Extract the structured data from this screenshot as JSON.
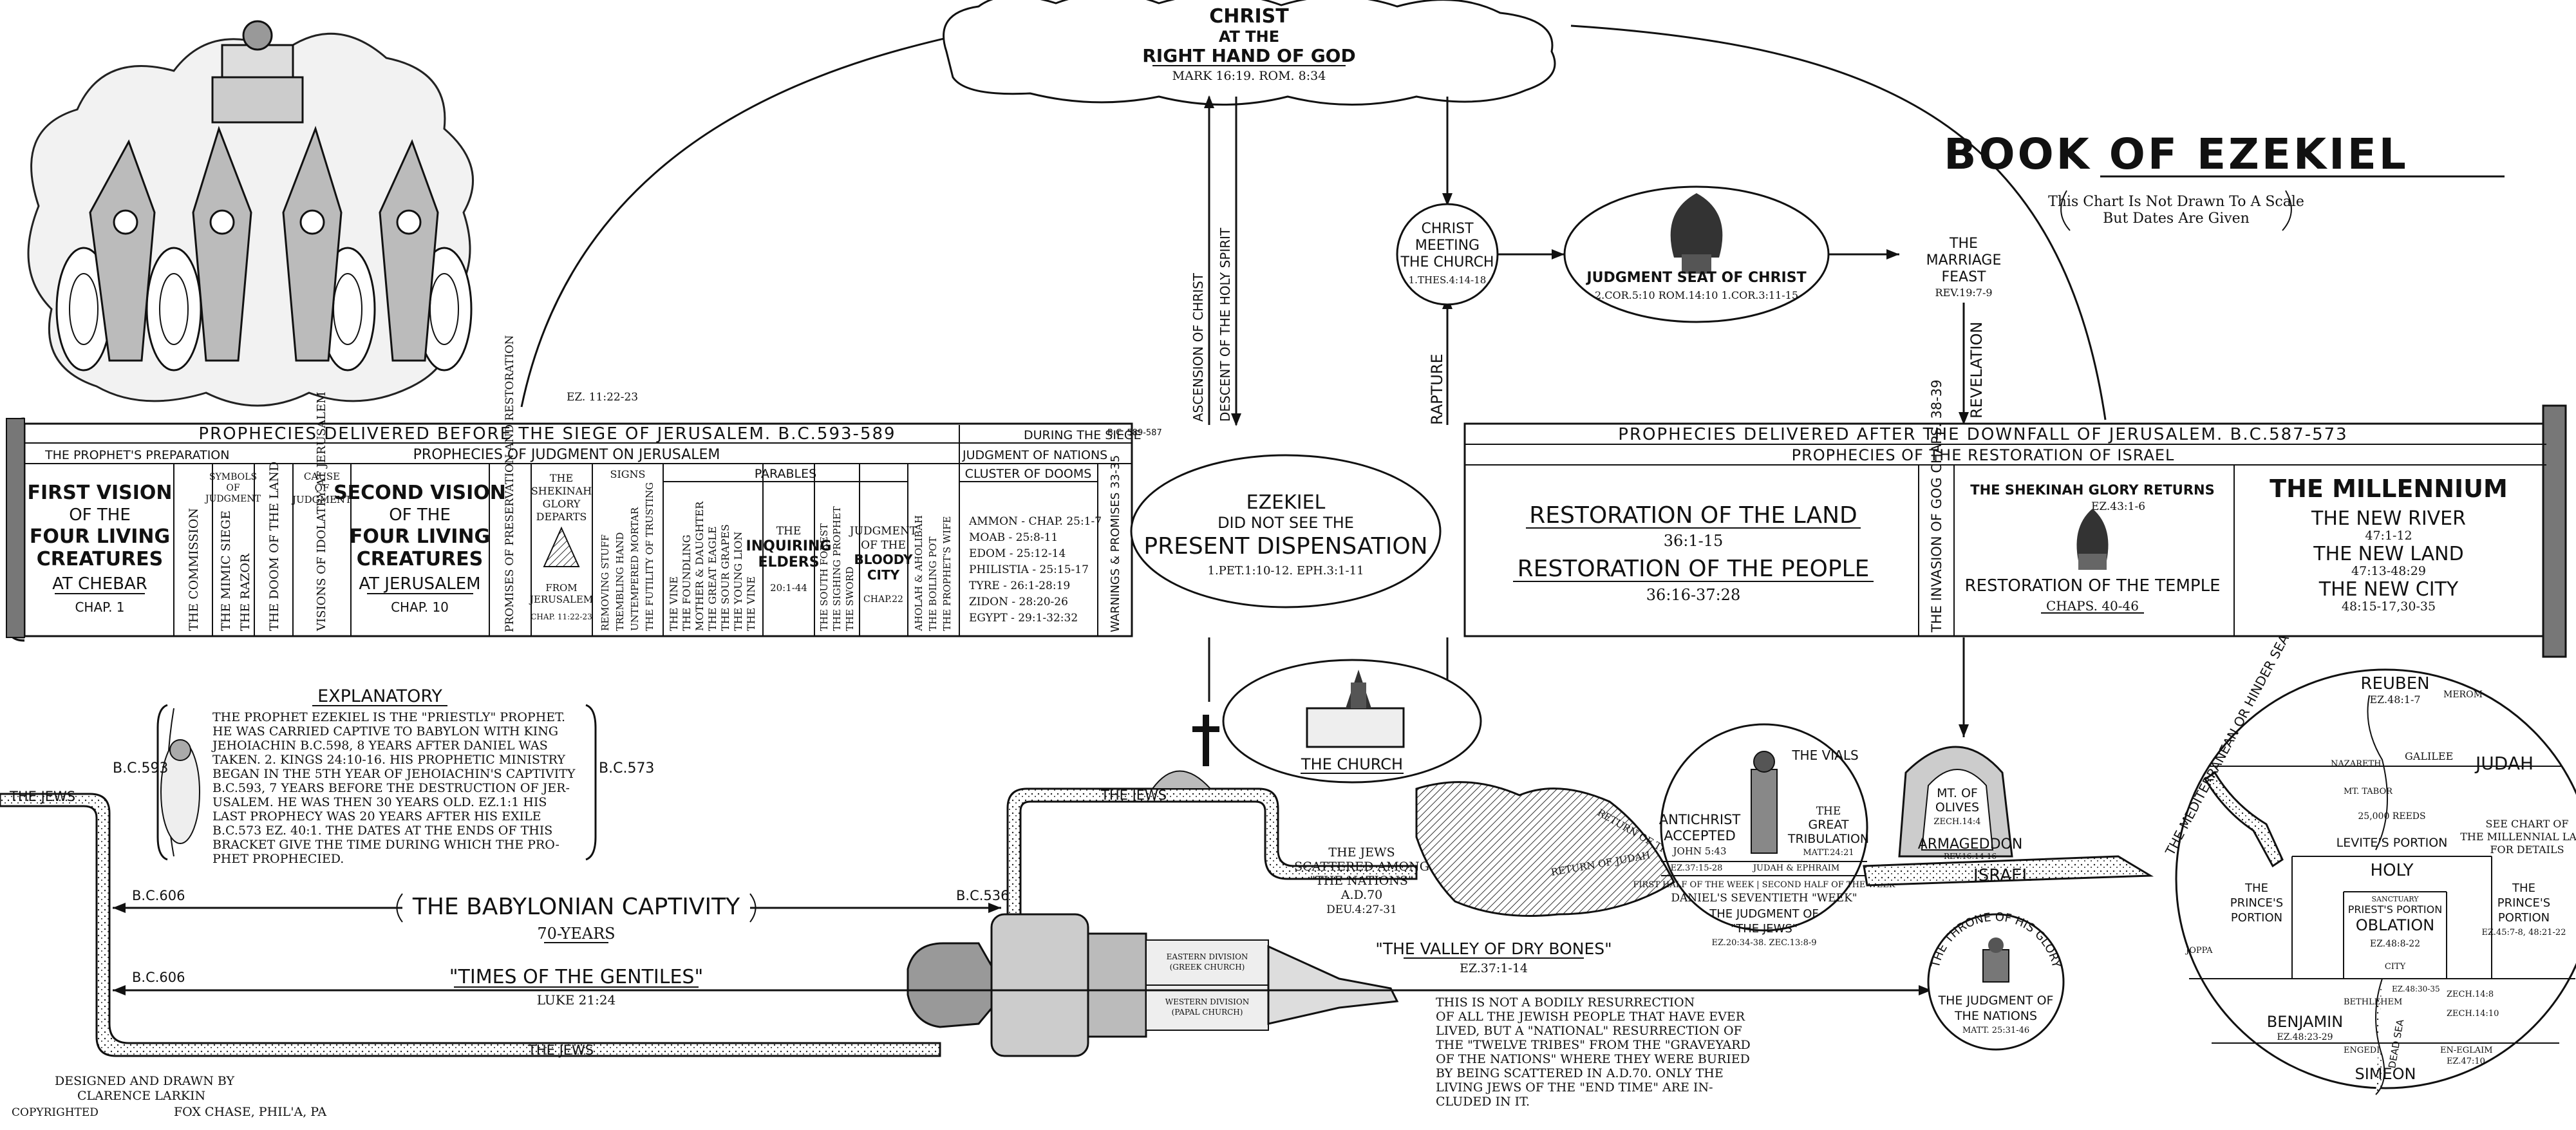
{
  "title": "BOOK OF EZEKIEL",
  "note": [
    "This Chart Is Not Drawn To A Scale",
    "But Dates Are Given"
  ],
  "top": {
    "christ": [
      "CHRIST",
      "AT THE",
      "RIGHT HAND OF GOD"
    ],
    "christ_ref": "MARK 16:19. ROM. 8:34",
    "ascension": "ASCENSION OF CHRIST",
    "descent": "DESCENT OF THE HOLY SPIRIT",
    "rapture": "RAPTURE",
    "revelation": "REVELATION",
    "meeting": [
      "CHRIST",
      "MEETING",
      "THE CHURCH"
    ],
    "meeting_ref": "1.THES.4:14-18",
    "judgment_seat": "JUDGMENT SEAT OF CHRIST",
    "judgment_seat_ref": "2.COR.5:10 ROM.14:10 1.COR.3:11-15",
    "marriage": [
      "THE",
      "MARRIAGE",
      "FEAST"
    ],
    "marriage_ref": "REV.19:7-9",
    "ez_ref": "EZ. 11:22-23"
  },
  "scroll_left": {
    "banner": "PROPHECIES DELIVERED BEFORE THE SIEGE OF JERUSALEM. B.C.593-589",
    "prep_header": "THE PROPHET'S PREPARATION",
    "judgment_header": "PROPHECIES OF JUDGMENT ON JERUSALEM",
    "siege_header": "DURING THE SIEGE",
    "siege_date": "B.C. 589-587",
    "nations_header": "JUDGMENT OF NATIONS",
    "first_vision": [
      "FIRST VISION",
      "OF THE",
      "FOUR LIVING",
      "CREATURES"
    ],
    "at_chebar": "AT CHEBAR",
    "chap1": "CHAP. 1",
    "symbols": [
      "SYMBOLS",
      "OF",
      "JUDGMENT"
    ],
    "sym_items": [
      "THE COMMISSION",
      "THE MIMIC SIEGE",
      "THE RAZOR",
      "THE DOOM OF THE LAND"
    ],
    "cause": [
      "CAUSE",
      "OF",
      "JUDGMENT"
    ],
    "cause_item": "VISIONS OF IDOLATRY AT JERUSALEM",
    "second_vision": [
      "SECOND VISION",
      "OF THE",
      "FOUR LIVING",
      "CREATURES"
    ],
    "at_jerusalem": "AT JERUSALEM",
    "chap10": "CHAP. 10",
    "promises": "PROMISES OF PRESERVATION AND RESTORATION",
    "shekinah": [
      "THE",
      "SHEKINAH",
      "GLORY",
      "DEPARTS"
    ],
    "from_jerusalem": [
      "FROM",
      "JERUSALEM"
    ],
    "chap_ref": "CHAP. 11:22-23",
    "signs": "SIGNS",
    "sign_items": [
      "REMOVING STUFF",
      "TREMBLING HAND",
      "UNTEMPERED MORTAR",
      "THE FUTILITY OF TRUSTING"
    ],
    "parables_header": "PARABLES",
    "parable_items": [
      "THE VINE",
      "THE FOUNDLING",
      "MOTHER & DAUGHTER",
      "THE GREAT EAGLE",
      "THE SOUR GRAPES",
      "THE YOUNG LION",
      "THE VINE"
    ],
    "inquiring": [
      "THE",
      "INQUIRING",
      "ELDERS"
    ],
    "inquiring_ref": "20:1-44",
    "sword_items": [
      "THE SOUTH FOREST",
      "THE SIGHING PROPHET",
      "THE SWORD"
    ],
    "bloody": [
      "JUDGMENT",
      "OF THE",
      "BLOODY",
      "CITY"
    ],
    "bloody_ref": "CHAP.22",
    "aholah_items": [
      "AHOLAH & AHOLIBAH",
      "THE BOILING POT",
      "THE PROPHET'S WIFE"
    ],
    "cluster_header": "CLUSTER OF DOOMS",
    "dooms": [
      "AMMON - CHAP. 25:1-7",
      "MOAB -  25:8-11",
      "EDOM -  25:12-14",
      "PHILISTIA -  25:15-17",
      "TYRE -  26:1-28:19",
      "ZIDON -  28:20-26",
      "EGYPT -  29:1-32:32"
    ],
    "warnings": "WARNINGS & PROMISES 33-35"
  },
  "middle": {
    "ezekiel": [
      "EZEKIEL",
      "DID NOT SEE THE"
    ],
    "present": "PRESENT DISPENSATION",
    "ref": "1.PET.1:10-12. EPH.3:1-11",
    "church": "THE CHURCH"
  },
  "scroll_right": {
    "banner": "PROPHECIES DELIVERED AFTER THE DOWNFALL OF JERUSALEM. B.C.587-573",
    "sub_banner": "PROPHECIES OF THE RESTORATION OF ISRAEL",
    "land": "RESTORATION OF THE LAND",
    "land_ref": "36:1-15",
    "people": "RESTORATION OF THE PEOPLE",
    "people_ref": "36:16-37:28",
    "gog": "THE INVASION OF GOG CHAPS. 38-39",
    "glory": "THE SHEKINAH GLORY RETURNS",
    "glory_ref": "EZ.43:1-6",
    "temple": "RESTORATION OF THE TEMPLE",
    "temple_ref": "CHAPS. 40-46",
    "millennium": "THE MILLENNIUM",
    "river": "THE NEW RIVER",
    "river_ref": "47:1-12",
    "newland": "THE NEW LAND",
    "newland_ref": "47:13-48:29",
    "newcity": "THE NEW CITY",
    "newcity_ref": "48:15-17,30-35"
  },
  "explanatory": {
    "heading": "EXPLANATORY",
    "lines": [
      "THE PROPHET EZEKIEL IS THE \"PRIESTLY\" PROPHET.",
      "HE WAS CARRIED CAPTIVE TO BABYLON WITH KING",
      "JEHOIACHIN B.C.598, 8 YEARS AFTER DANIEL WAS",
      "TAKEN. 2. KINGS 24:10-16. HIS PROPHETIC MINISTRY",
      "BEGAN IN THE 5TH YEAR OF JEHOIACHIN'S CAPTIVITY",
      "B.C.593, 7 YEARS BEFORE THE DESTRUCTION OF JER-",
      "USALEM. HE WAS THEN 30 YEARS OLD. EZ.1:1  HIS",
      "LAST PROPHECY WAS 20 YEARS AFTER HIS EXILE",
      "B.C.573  EZ. 40:1. THE DATES AT THE ENDS OF THIS",
      "BRACKET GIVE THE TIME DURING WHICH THE PRO-",
      "PHET PROPHECIED."
    ],
    "bc593": "B.C.593",
    "bc573": "B.C.573"
  },
  "bottom": {
    "jews": "THE JEWS",
    "bc606a": "B.C.606",
    "bc536": "B.C.536",
    "captivity": "THE BABYLONIAN CAPTIVITY",
    "seventy": "70-YEARS",
    "bc606b": "B.C.606",
    "gentiles": "\"TIMES OF THE GENTILES\"",
    "luke": "LUKE 21:24",
    "scattered": [
      "THE JEWS",
      "SCATTERED AMONG",
      "\"THE NATIONS\"",
      "A.D.70",
      "DEU.4:27-31"
    ],
    "valley": "\"THE VALLEY OF DRY BONES\"",
    "valley_ref": "EZ.37:1-14",
    "resurrection": [
      "THIS IS NOT A BODILY RESURRECTION",
      "OF ALL THE JEWISH PEOPLE THAT HAVE EVER",
      "LIVED, BUT A \"NATIONAL\" RESURRECTION OF",
      "THE \"TWELVE TRIBES\" FROM THE \"GRAVEYARD",
      "OF THE NATIONS\" WHERE THEY WERE BURIED",
      "BY BEING SCATTERED IN A.D.70. ONLY THE",
      "LIVING JEWS OF THE \"END TIME\" ARE IN-",
      "CLUDED IN IT."
    ],
    "eastern": [
      "EASTERN DIVISION",
      "(GREEK CHURCH)"
    ],
    "western": [
      "WESTERN DIVISION",
      "(PAPAL CHURCH)"
    ],
    "antichrist": [
      "ANTICHRIST",
      "ACCEPTED"
    ],
    "antichrist_ref": "JOHN 5:43",
    "vials": "THE VIALS",
    "tribulation": [
      "THE",
      "GREAT",
      "TRIBULATION"
    ],
    "tribulation_ref": "MATT.24:21",
    "ez3715": "EZ.37:15-28",
    "judah": "JUDAH & EPHRAIM",
    "week": "FIRST HALF OF THE WEEK | SECOND HALF OF THE WEEK",
    "daniels": "DANIEL'S SEVENTIETH \"WEEK\"",
    "judgment_jews": [
      "THE JUDGMENT OF",
      "\"THE JEWS\""
    ],
    "judgment_jews_ref": "EZ.20:34-38. ZEC.13:8-9",
    "olives": [
      "MT. OF",
      "OLIVES"
    ],
    "olives_ref": "ZECH.14:4",
    "armageddon": "ARMAGEDDON",
    "armageddon_ref": "REV.16:14-16",
    "israel": "ISRAEL",
    "throne": "THE THRONE OF HIS GLORY",
    "judgment_nations": [
      "THE JUDGMENT OF",
      "THE NATIONS"
    ],
    "judgment_nations_ref": "MATT. 25:31-46",
    "return_tribes": "RETURN OF THE TEN TRIBES",
    "return_judah": "RETURN OF JUDAH"
  },
  "map": {
    "reuben": "REUBEN",
    "reuben_ref": "EZ.48:1-7",
    "merom": "MEROM",
    "galilee": "GALILEE",
    "nazareth": "NAZARETH",
    "tabor": "MT. TABOR",
    "judah": "JUDAH",
    "reeds": "25,000 REEDS",
    "levites": "LEVITE'S PORTION",
    "holy": "HOLY",
    "sanctuary": "SANCTUARY",
    "priests": "PRIEST'S PORTION",
    "oblation": "OBLATION",
    "oblation_ref": "EZ.48:8-22",
    "city": "CITY",
    "princes": [
      "THE",
      "PRINCE'S",
      "PORTION"
    ],
    "princes_ref": "EZ.45:7-8, 48:21-22",
    "see": [
      "SEE CHART OF",
      "THE MILLENNIAL LAND",
      "FOR DETAILS"
    ],
    "sea": "THE MEDITERRANEAN OR HINDER SEA",
    "joppa": "JOPPA",
    "bethlehem": "BETHLEHEM",
    "benjamin": "BENJAMIN",
    "benjamin_ref": "EZ.48:23-29",
    "engedi": "ENGEDI",
    "eneglaim": "EN-EGLAIM",
    "deadsea": "DEAD SEA",
    "zech": "ZECH.14:8",
    "zech2": "ZECH.14:10",
    "ez_ref": "EZ.47:10",
    "ez48": "EZ.48:30-35",
    "simeon": "SIMEON"
  },
  "credits": [
    "DESIGNED AND DRAWN BY",
    "CLARENCE LARKIN",
    "FOX CHASE, PHIL'A, PA"
  ],
  "copyright": "COPYRIGHTED"
}
